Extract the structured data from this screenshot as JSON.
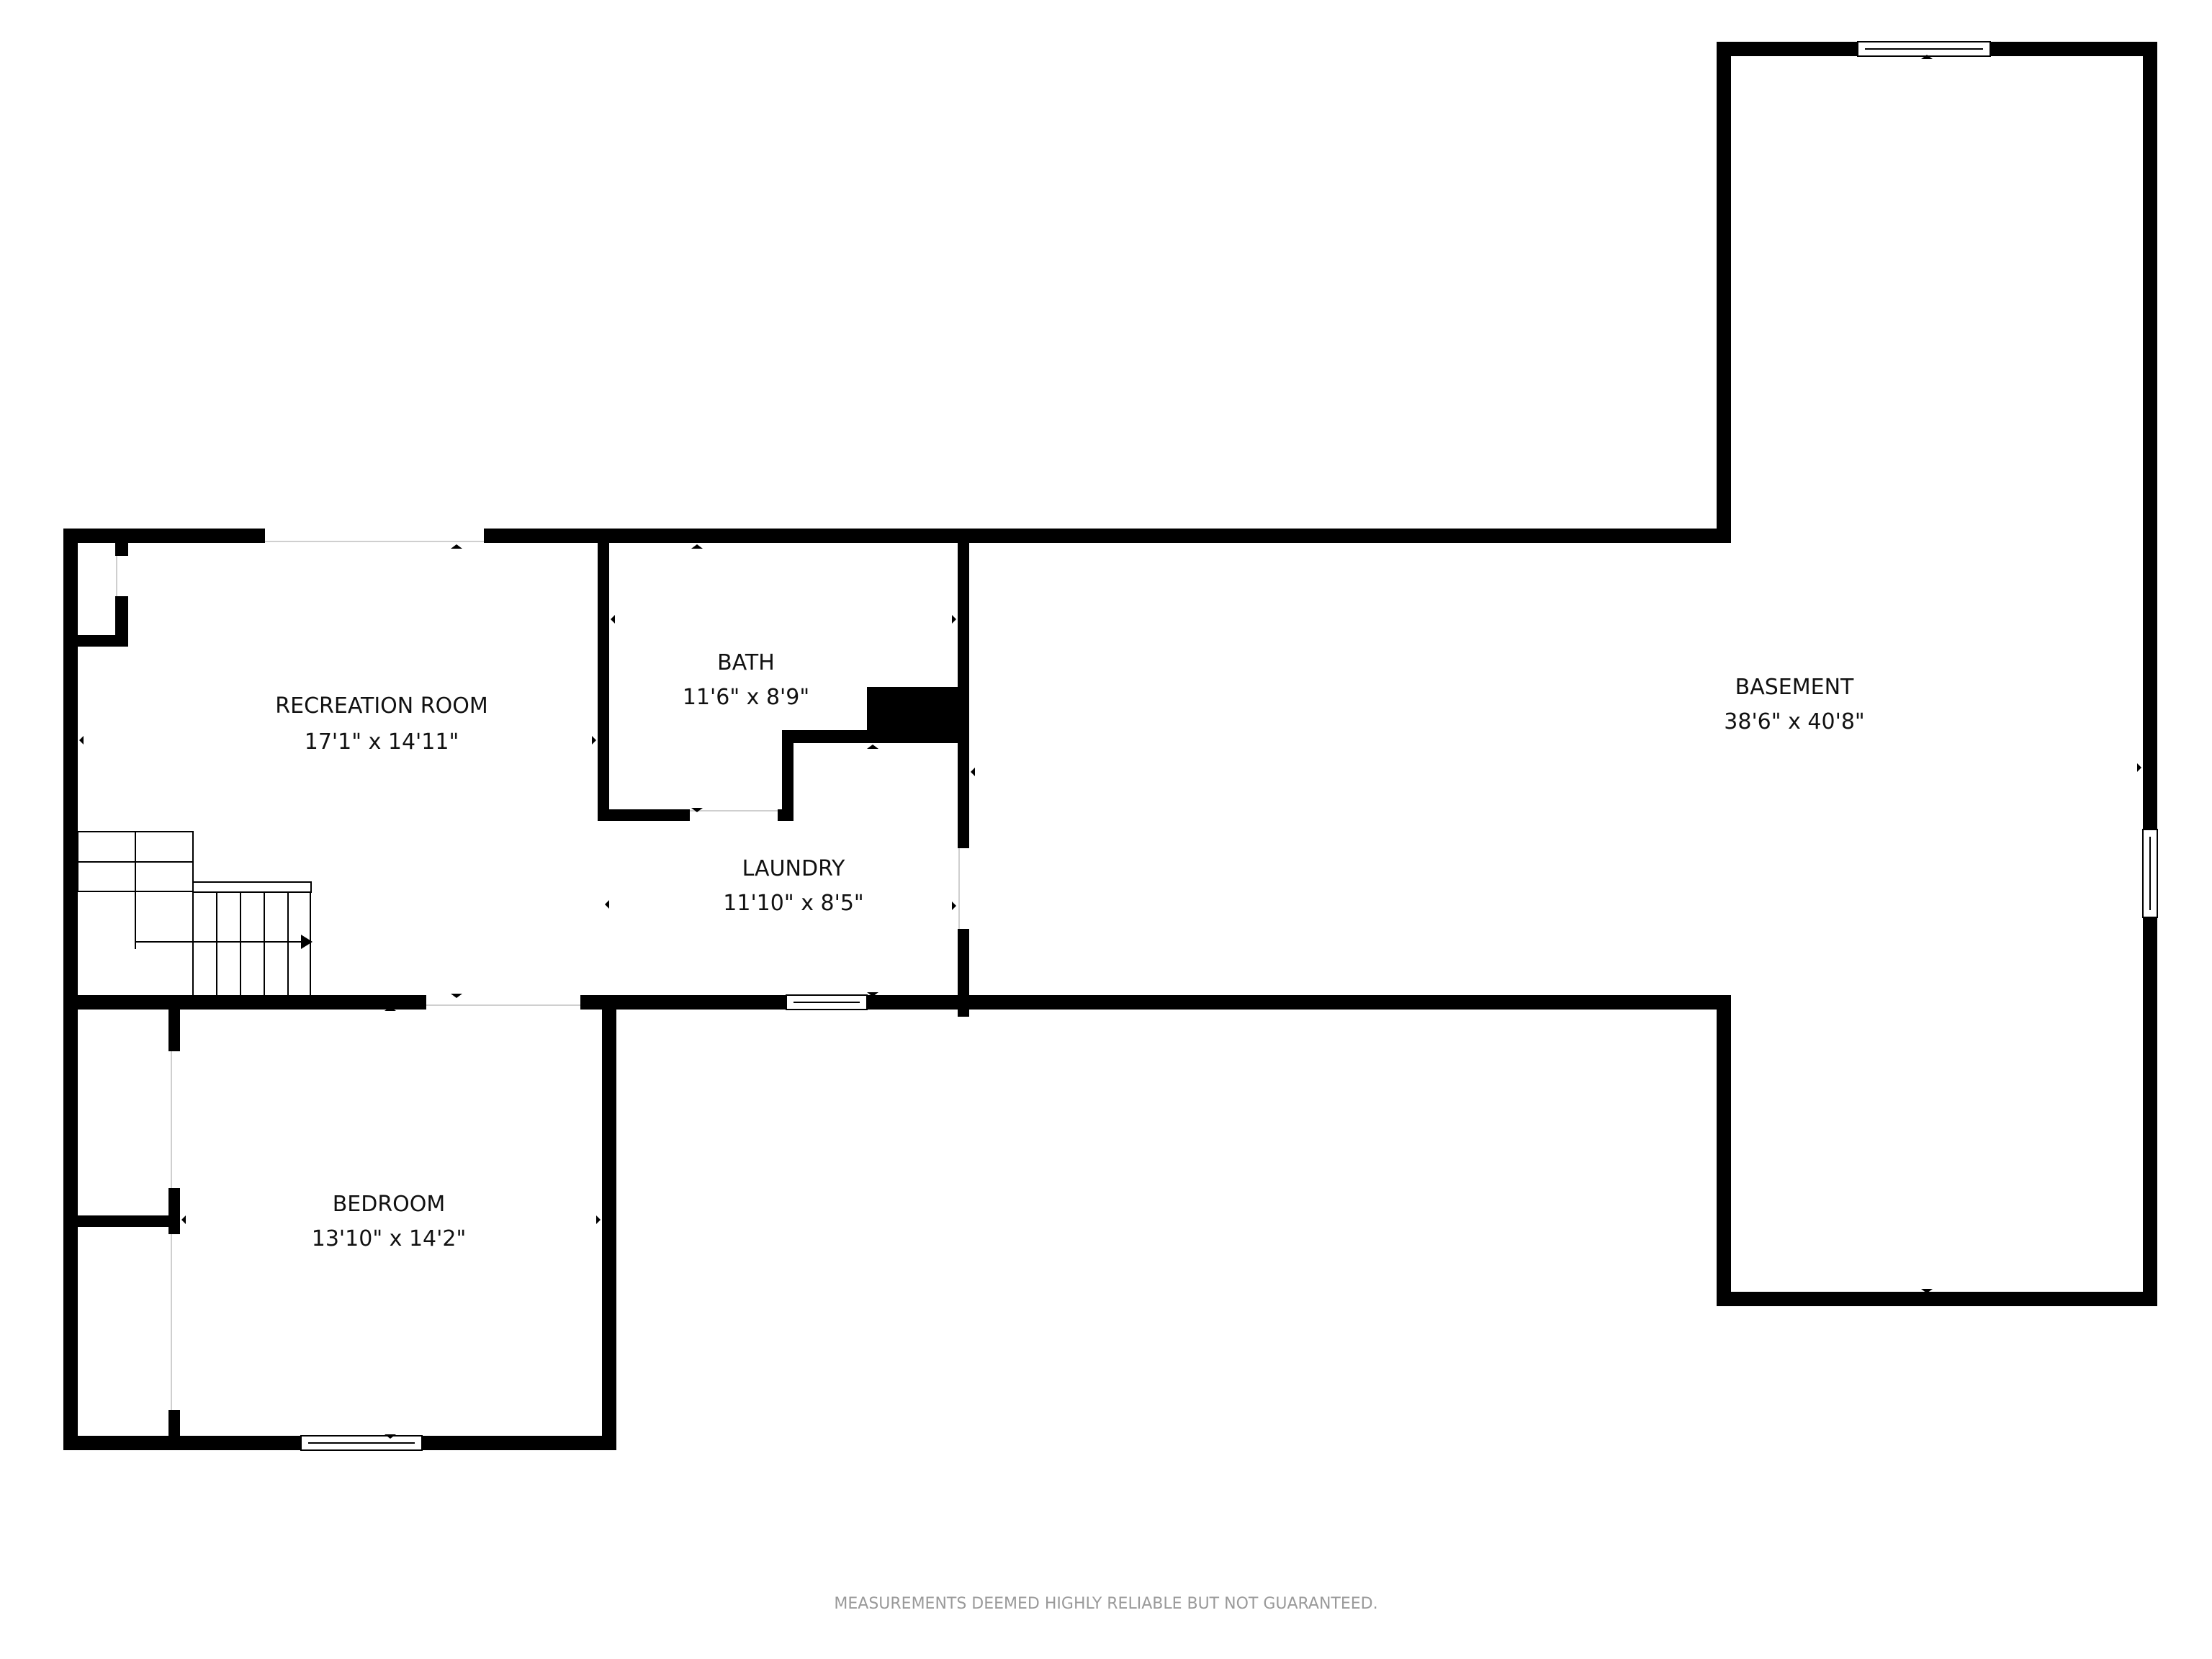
{
  "plan": {
    "rooms": [
      {
        "name": "RECREATION ROOM",
        "dims": "17'1\" x 14'11\""
      },
      {
        "name": "BATH",
        "dims": "11'6\" x 8'9\""
      },
      {
        "name": "LAUNDRY",
        "dims": "11'10\" x 8'5\""
      },
      {
        "name": "BASEMENT",
        "dims": "38'6\" x 40'8\""
      },
      {
        "name": "BEDROOM",
        "dims": "13'10\" x 14'2\""
      }
    ],
    "disclaimer": "MEASUREMENTS DEEMED HIGHLY RELIABLE BUT NOT GUARANTEED.",
    "colors": {
      "wall": "#000000",
      "background": "#ffffff",
      "disclaimer": "#9a9a9a"
    }
  }
}
